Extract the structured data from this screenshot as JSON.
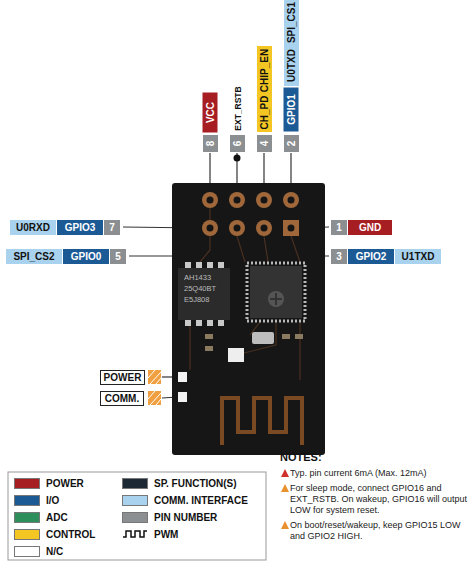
{
  "diagram": {
    "labels": [
      "VCC",
      "8",
      "EXT_RSTB",
      "6",
      "CHIP_EN",
      "CH_PD",
      "4",
      "SPI_CS1",
      "U0TXD",
      "GPIO1",
      "2",
      "U0RXD",
      "GPIO3",
      "7",
      "SPI_CS2",
      "GPIO0",
      "5",
      "1",
      "GND",
      "3",
      "GPIO2",
      "U1TXD",
      "POWER",
      "COMM.",
      "AH1433",
      "25Q40BT",
      "E5J808",
      "NOTES:",
      "Typ. pin current 6mA (Max. 12mA)",
      "For sleep mode, connect GPIO16 and EXT_RSTB. On wakeup, GPIO16 will output LOW for system reset.",
      "On boot/reset/wakeup, keep GPIO15 LOW and GPIO2 HIGH."
    ],
    "legend": [
      {
        "text": "POWER",
        "color": "#a61e22"
      },
      {
        "text": "I/O",
        "color": "#1c5a96"
      },
      {
        "text": "ADC",
        "color": "#2f8f5b"
      },
      {
        "text": "CONTROL",
        "color": "#f3c623"
      },
      {
        "text": "N/C",
        "color": "#ffffff"
      },
      {
        "text": "SP. FUNCTION(S)",
        "color": "#1d2a36"
      },
      {
        "text": "COMM. INTERFACE",
        "color": "#a9d2ee"
      },
      {
        "text": "PIN NUMBER",
        "color": "#8c8f91"
      },
      {
        "text": "PWM"
      }
    ]
  }
}
